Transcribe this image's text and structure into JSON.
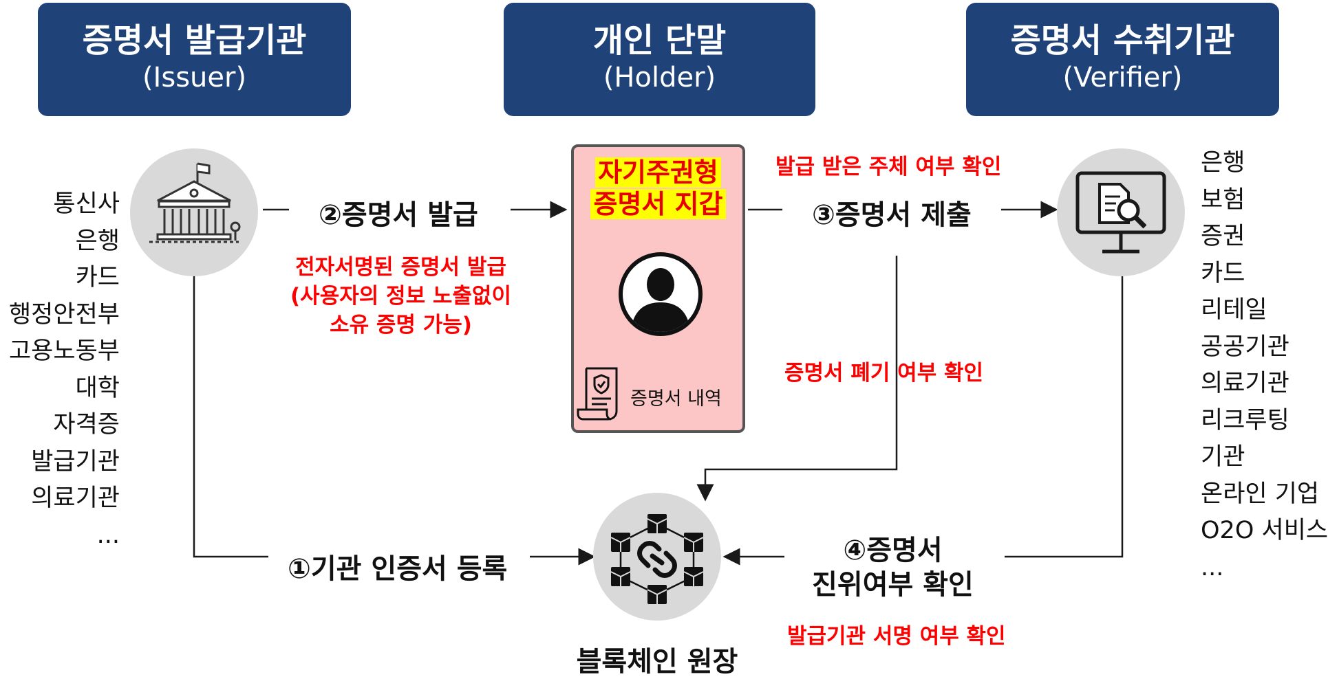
{
  "headers": {
    "issuer": {
      "title": "증명서 발급기관",
      "subtitle": "(Issuer)"
    },
    "holder": {
      "title": "개인 단말",
      "subtitle": "(Holder)"
    },
    "verifier": {
      "title": "증명서 수취기관",
      "subtitle": "(Verifier)"
    }
  },
  "issuer_list": [
    "통신사",
    "은행",
    "카드",
    "행정안전부",
    "고용노동부",
    "대학",
    "자격증",
    "발급기관",
    "의료기관",
    "..."
  ],
  "verifier_list": [
    "은행",
    "보험",
    "증권",
    "카드",
    "리테일",
    "공공기관",
    "의료기관",
    "리크루팅",
    "기관",
    "온라인 기업",
    "O2O 서비스",
    "..."
  ],
  "wallet": {
    "title_line1": "자기주권형",
    "title_line2": "증명서 지갑",
    "history_label": "증명서 내역"
  },
  "steps": {
    "step1": "①기관 인증서 등록",
    "step2": "②증명서 발급",
    "step3": "③증명서 제출",
    "step4_line1": "④증명서",
    "step4_line2": "진위여부 확인"
  },
  "notes": {
    "issue_line1": "전자서명된 증명서 발급",
    "issue_line2": "(사용자의 정보 노출없이",
    "issue_line3": "소유 증명 가능)",
    "subject_check": "발급 받은 주체 여부 확인",
    "revoke_check": "증명서 폐기 여부 확인",
    "signature_check": "발급기관 서명 여부 확인"
  },
  "ledger_label": "블록체인 원장",
  "colors": {
    "header_bg": "#1f4279",
    "wallet_bg": "#fcc6c6",
    "note_red": "#ff0000",
    "highlight": "#ffff00",
    "circle": "#d9d9d9"
  }
}
